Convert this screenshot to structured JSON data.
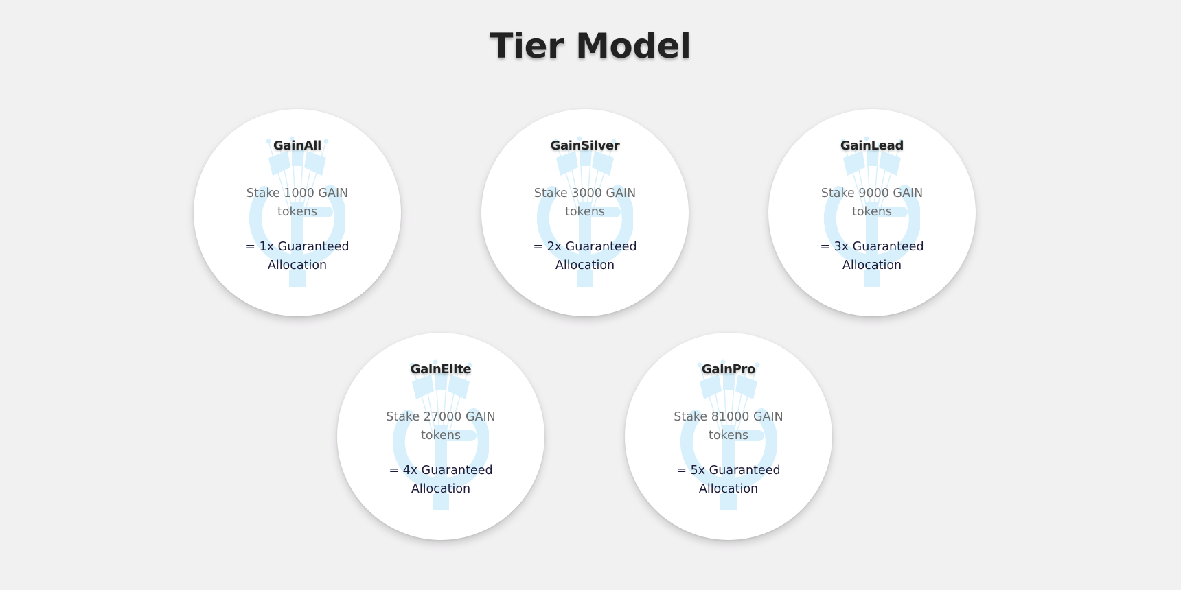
{
  "page": {
    "title": "Tier Model"
  },
  "colors": {
    "background": "#f2f1f2",
    "card": "#ffffff",
    "logo_watermark": "#d7f0fb",
    "stake_text": "#6b6b6b",
    "allocation_text": "#1c1c3a"
  },
  "tiers": [
    {
      "name": "GainAll",
      "stake": "Stake 1000 GAIN tokens",
      "allocation": "= 1x Guaranteed Allocation",
      "icon": "gain-logo-watermark-icon"
    },
    {
      "name": "GainSilver",
      "stake": "Stake 3000 GAIN tokens",
      "allocation": "= 2x Guaranteed Allocation",
      "icon": "gain-logo-watermark-icon"
    },
    {
      "name": "GainLead",
      "stake": "Stake 9000 GAIN tokens",
      "allocation": "= 3x Guaranteed Allocation",
      "icon": "gain-logo-watermark-icon"
    },
    {
      "name": "GainElite",
      "stake": "Stake 27000 GAIN tokens",
      "allocation": "= 4x Guaranteed Allocation",
      "icon": "gain-logo-watermark-icon"
    },
    {
      "name": "GainPro",
      "stake": "Stake 81000 GAIN tokens",
      "allocation": "= 5x Guaranteed Allocation",
      "icon": "gain-logo-watermark-icon"
    }
  ]
}
